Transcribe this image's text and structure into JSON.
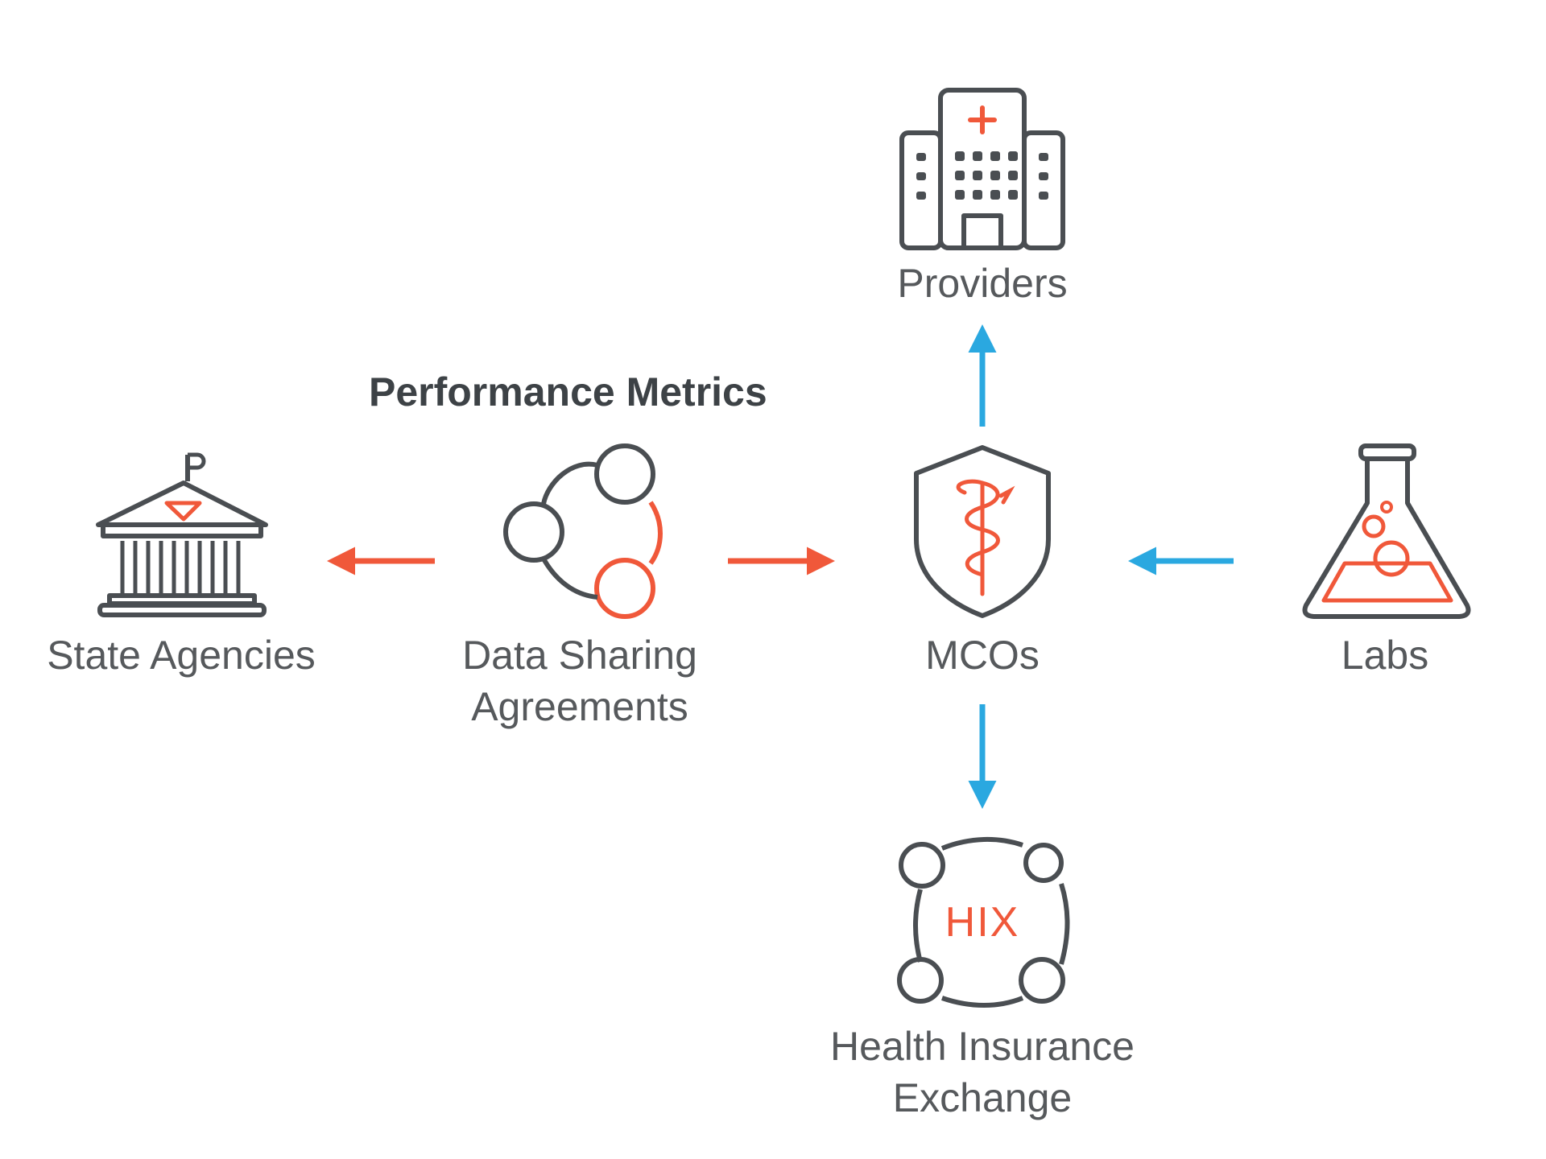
{
  "nodes": {
    "providers": {
      "label": "Providers"
    },
    "state_agencies": {
      "label": "State Agencies"
    },
    "data_sharing": {
      "label_line1": "Data Sharing",
      "label_line2": "Agreements"
    },
    "mcos": {
      "label": "MCOs"
    },
    "labs": {
      "label": "Labs"
    },
    "hix": {
      "icon_text": "HIX",
      "label_line1": "Health Insurance",
      "label_line2": "Exchange"
    }
  },
  "performance_metrics": {
    "label": "Performance Metrics"
  },
  "colors": {
    "icon_gray": "#4a4e52",
    "accent_orange": "#f0583a",
    "arrow_blue": "#2aa8e0",
    "text_gray": "#56595c"
  },
  "icons": [
    "hospital-icon",
    "government-building-icon",
    "network-cycle-icon",
    "medical-shield-icon",
    "lab-flask-icon",
    "hix-network-icon"
  ]
}
